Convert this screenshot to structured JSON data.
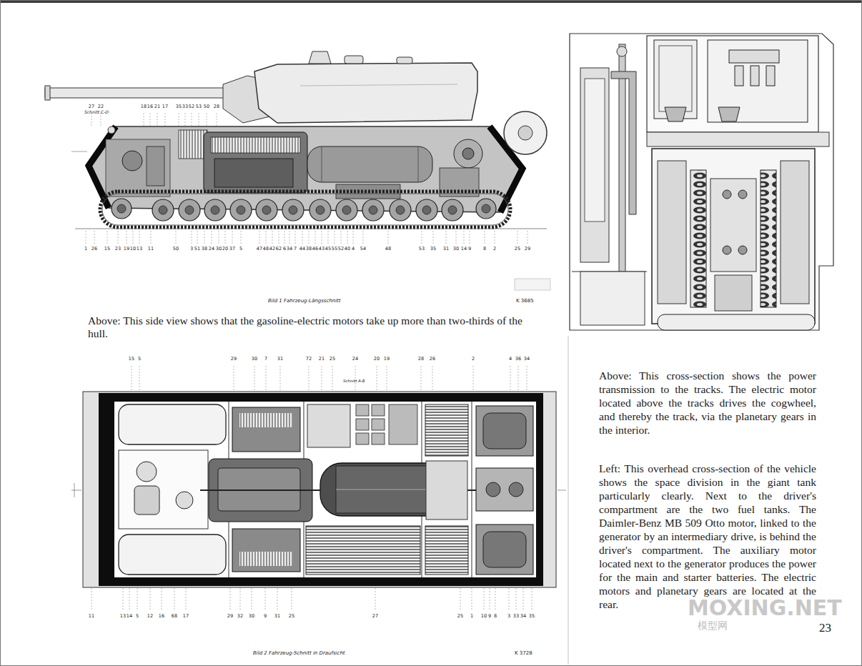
{
  "diagram": {
    "labels": [
      "Schnitt C-D",
      "27",
      "22",
      "18",
      "16",
      "21",
      "17",
      "35",
      "33",
      "52",
      "53",
      "50",
      "28",
      "1",
      "26",
      "15",
      "23",
      "19",
      "10",
      "13",
      "11",
      "50",
      "3",
      "51",
      "38",
      "24",
      "30",
      "20",
      "37",
      "5",
      "47",
      "48",
      "42",
      "62",
      "6",
      "34",
      "7",
      "44",
      "38",
      "46",
      "43",
      "45",
      "55",
      "52",
      "40",
      "4",
      "54",
      "48",
      "53",
      "35",
      "31",
      "30",
      "14",
      "9",
      "8",
      "2",
      "25",
      "29",
      "Bild 1 Fahrzeug-Längsschnitt",
      "K 3685",
      "Above: This side view shows that the gasoline-electric motors take up more than two-thirds of the hull.",
      "15",
      "5",
      "29",
      "30",
      "7",
      "31",
      "72",
      "21",
      "25",
      "24",
      "20",
      "19",
      "28",
      "26",
      "2",
      "4",
      "36",
      "34",
      "Schnitt A-B",
      "11",
      "13",
      "14",
      "5",
      "12",
      "16",
      "68",
      "17",
      "29",
      "32",
      "30",
      "9",
      "31",
      "25",
      "27",
      "25",
      "1",
      "10",
      "9",
      "8",
      "3",
      "33",
      "34",
      "35",
      "Bild 2 Fahrzeug-Schnitt in Draufsicht",
      "K 3728",
      "Above: This cross-section shows the power transmission to the tracks. The electric motor located above the tracks drives the cogwheel, and thereby the track, via the planetary gears in the interior.",
      "Left: This overhead cross-section of the vehicle shows the space division in the giant tank particularly clearly. Next to the driver's compartment are the two fuel tanks. The Daimler-Benz MB 509 Otto motor, linked to the generator by an intermediary drive, is behind the driver's compartment. The auxiliary motor located next to the generator produces the power for the main and starter batteries. The electric motors and planetary gears are located at the rear.",
      "23",
      "MOXING.NET",
      "模型网"
    ]
  }
}
